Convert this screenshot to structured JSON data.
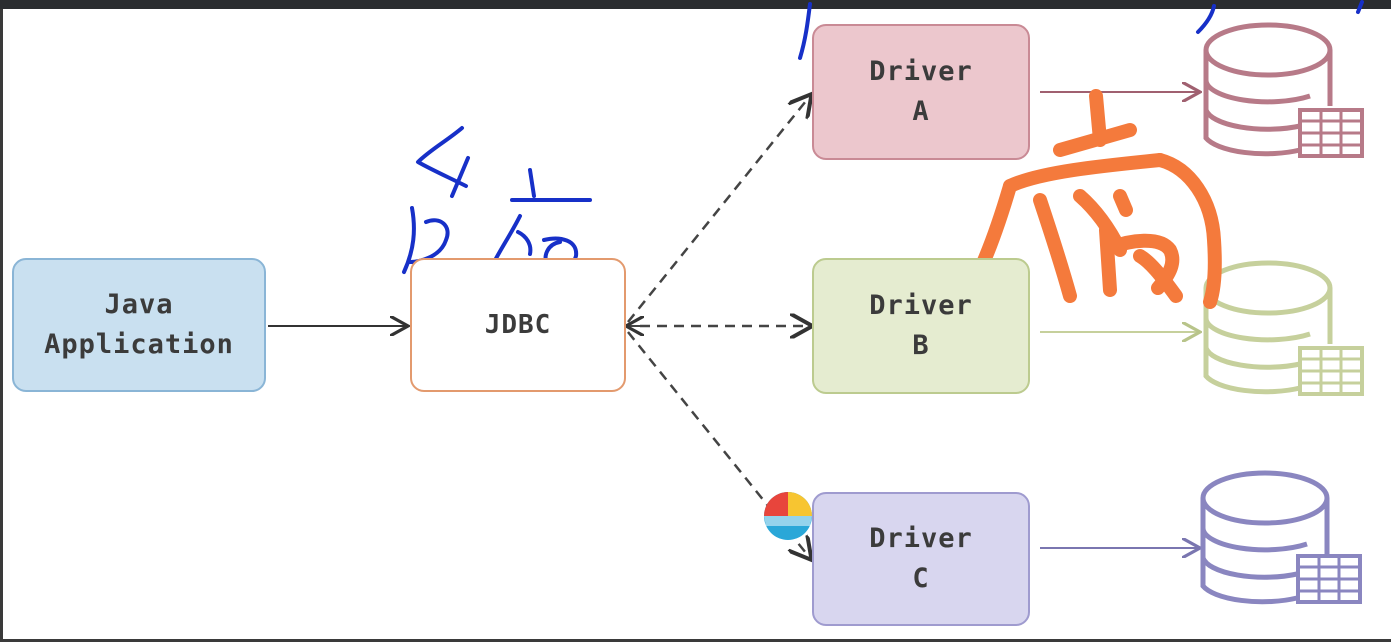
{
  "diagram": {
    "java_box": {
      "line1": "Java",
      "line2": "Application"
    },
    "jdbc_box": {
      "label": "JDBC"
    },
    "drivers": [
      {
        "line1": "Driver",
        "line2": "A",
        "color": "#c98a95"
      },
      {
        "line1": "Driver",
        "line2": "B",
        "color": "#bccb8f"
      },
      {
        "line1": "Driver",
        "line2": "C",
        "color": "#9f9bcf"
      }
    ]
  },
  "annotations": {
    "handwriting_color_blue": "#1730c8",
    "handwriting_color_orange": "#f47a3c"
  }
}
